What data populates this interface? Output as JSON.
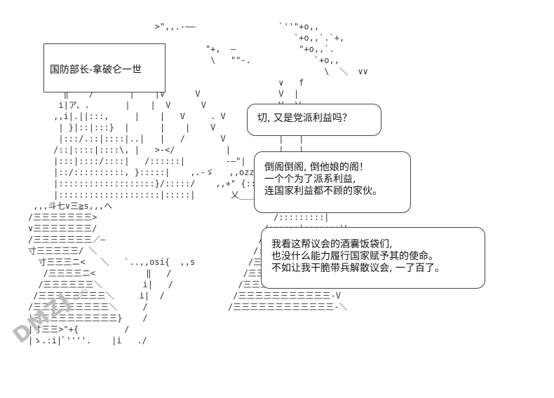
{
  "caption": "国防部长-拿破仑一世",
  "bubbles": [
    {
      "lines": [
        "切, 又是党派利益吗？"
      ]
    },
    {
      "lines": [
        "倒阁倒阁, 倒他娘的阁！",
        "一个个为了派系利益,",
        "连国家利益都不顾的家伙。"
      ]
    },
    {
      "lines": [
        "我看这帮议会的酒囊饭袋们,",
        "也没什么能力履行国家赋予其的使命。",
        "不如让我干脆带兵解散议会, 一了百了。"
      ]
    }
  ],
  "watermark": {
    "brand": "DMZJ",
    "suffix": ".com"
  },
  "art_left": "                         >\",,.-――        \n\n                                   \"+,  ―\n                                    \\   \"\"-.\n\n\n       ‖    /       |    |V      V\n      i|ア、.       |    |  V      V\n     ,,i|.||:::,     |    |   V     . V\n      | }|::|:::}  |      |    |    V\n      |:::/.::|::::|..|   |   /       V\n     /::|::::|::::\\, |   >-</          |\n     |:::|::::/::::|   /::::::|        ‐―\"|\n     |::/::::::::::, }:::::|    ,.-ゞ   ,,ozzzzz\n     |:::::::::::::::::::}/:::::/    ,,+\" {::::0::::|\n     |::::::::::::::::::::|:::::|       乂___ノ\n ,,,斗七∨三≧s,,,へ\n/三三三三三三三>\n∨三三三三三三三/\n/三三三三三三三／―\n寸三三三三三/ ＼\n  寸三三三ニ<   ＼   `..,,osi{  ,,s\n   /三三三三ニ<          ‖   /\n  /三三三三三三＼        i|   /\n /三三三三三三三三＼     i|  /\n/三三三三三三三三三＼     /\n|三三三三三三三三三三}    /\n|寸三三>\"+{         /\n|ゝ.:i|ﾞ''''.    |i   ./",
  "art_right": "                   `''\"+o,,\n                      `+o,,`.`+,\n                       \"+o,,`.\n                          `+o,,\n                            \\  ＼  ∨∨\n                   ∨   f\n                   V  |\n                   V  乂\n                   |,,_______|／ |i\n                   | |.   \n                   |   |\n                   |   |\n                   | ./|\n                   |  /|\n                   |__/ f\n                   |::::::::|\n                   |:::::::|\n                  /:::::::::|\n                /::::::|:::::::乂\n               /:::::::i==三三三三\n              /::::,,,,s≦三三三|\n             /三三三三三三三三ニ|\n            /三三三三三三三三三ニV\n           /三三三三三三三三三三V\n          /三三三三三三三三三三三-V\n         /三三三三三三三三三三三三-＼"
}
